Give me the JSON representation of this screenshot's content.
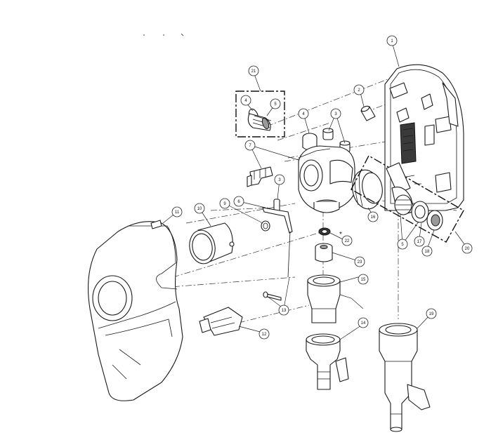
{
  "callouts": [
    {
      "id": "c1",
      "label": "1"
    },
    {
      "id": "c2",
      "label": "2"
    },
    {
      "id": "c3a",
      "label": "3"
    },
    {
      "id": "c3b",
      "label": "3"
    },
    {
      "id": "c4a",
      "label": "4"
    },
    {
      "id": "c4b",
      "label": "4"
    },
    {
      "id": "c5a",
      "label": "5"
    },
    {
      "id": "c5b",
      "label": "5"
    },
    {
      "id": "c6",
      "label": "6"
    },
    {
      "id": "c7",
      "label": "7"
    },
    {
      "id": "c9",
      "label": "9"
    },
    {
      "id": "c10",
      "label": "10"
    },
    {
      "id": "c11",
      "label": "11"
    },
    {
      "id": "c12",
      "label": "12"
    },
    {
      "id": "c13",
      "label": "13"
    },
    {
      "id": "c14",
      "label": "14"
    },
    {
      "id": "c15",
      "label": "15"
    },
    {
      "id": "c16",
      "label": "16"
    },
    {
      "id": "c17",
      "label": "17"
    },
    {
      "id": "c18",
      "label": "18"
    },
    {
      "id": "c19",
      "label": "19"
    },
    {
      "id": "c20",
      "label": "20"
    },
    {
      "id": "c21",
      "label": "21"
    },
    {
      "id": "c22",
      "label": "22"
    },
    {
      "id": "c23",
      "label": "23"
    }
  ],
  "annotations": {
    "asterisk": "*"
  }
}
